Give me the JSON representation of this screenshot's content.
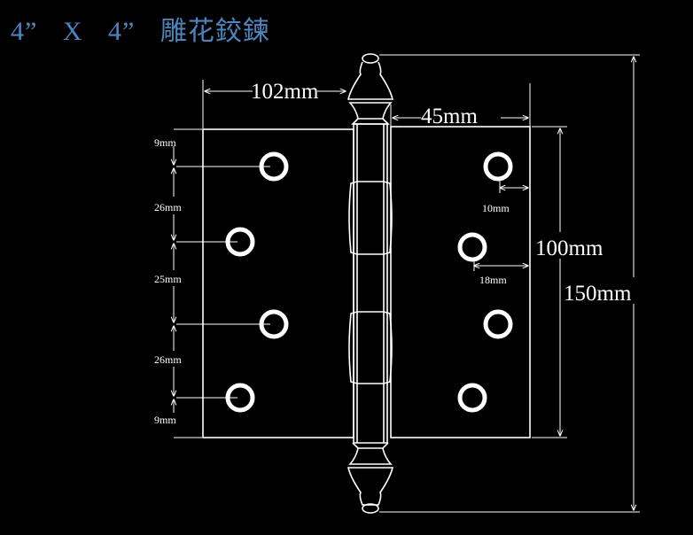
{
  "title": {
    "size_a": "4”",
    "x": "X",
    "size_b": "4”",
    "name": "雕花鉸鍊"
  },
  "dimensions": {
    "width_total": "102mm",
    "leaf_width": "45mm",
    "leaf_height": "100mm",
    "overall_height": "150mm",
    "hole_edge_right": "10mm",
    "hole_edge_offset": "18mm",
    "spacing": [
      "9mm",
      "26mm",
      "25mm",
      "26mm",
      "9mm"
    ]
  },
  "colors": {
    "title": "#4a86c0",
    "lines": "#ffffff",
    "background": "#000000"
  }
}
